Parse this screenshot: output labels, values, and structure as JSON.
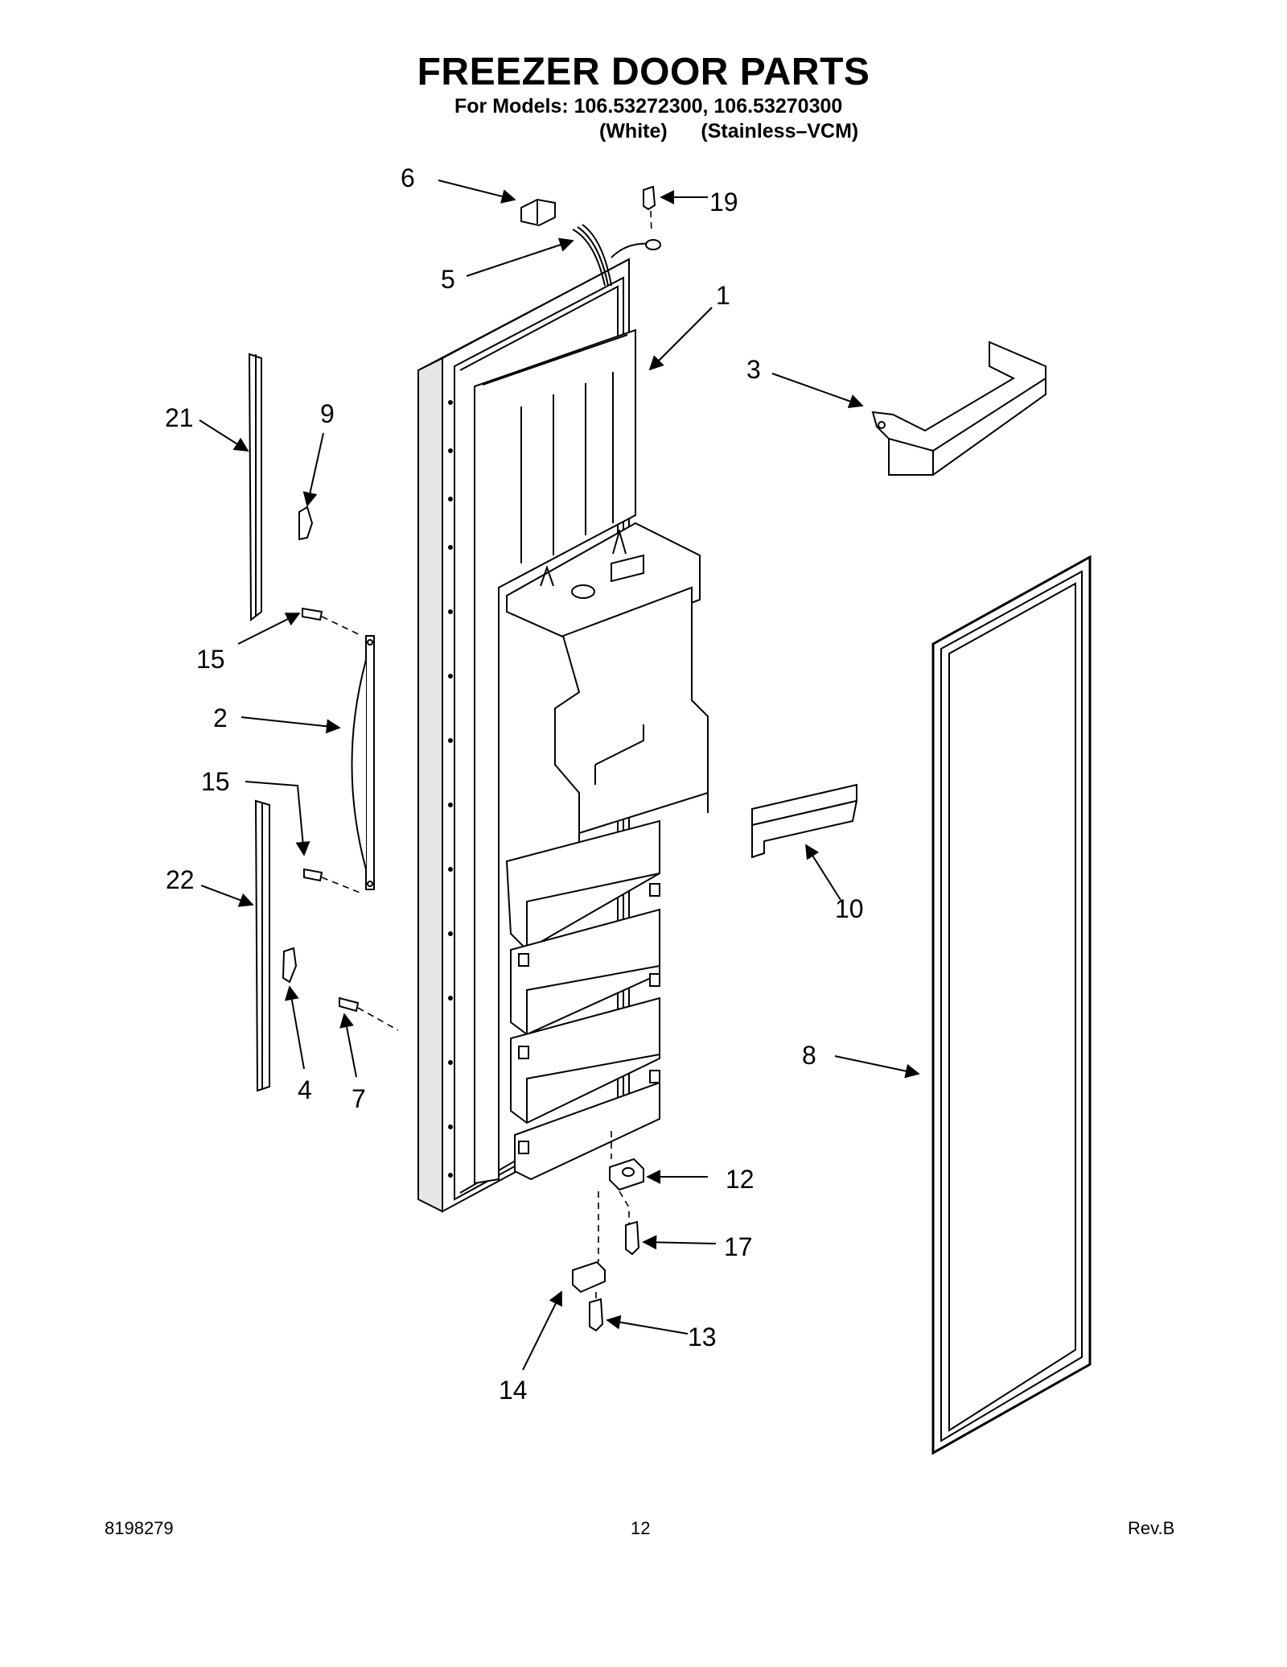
{
  "header": {
    "title": "FREEZER DOOR PARTS",
    "models_line": "For Models: 106.53272300, 106.53270300",
    "variants_line": "(White)      (Stainless–VCM)"
  },
  "callouts": {
    "c1": "1",
    "c2": "2",
    "c3": "3",
    "c4": "4",
    "c5": "5",
    "c6": "6",
    "c7": "7",
    "c8": "8",
    "c9": "9",
    "c10": "10",
    "c12": "12",
    "c13": "13",
    "c14": "14",
    "c15a": "15",
    "c15b": "15",
    "c17": "17",
    "c19": "19",
    "c21": "21",
    "c22": "22"
  },
  "footer": {
    "doc_number": "8198279",
    "page_number": "12",
    "revision": "Rev.B"
  }
}
